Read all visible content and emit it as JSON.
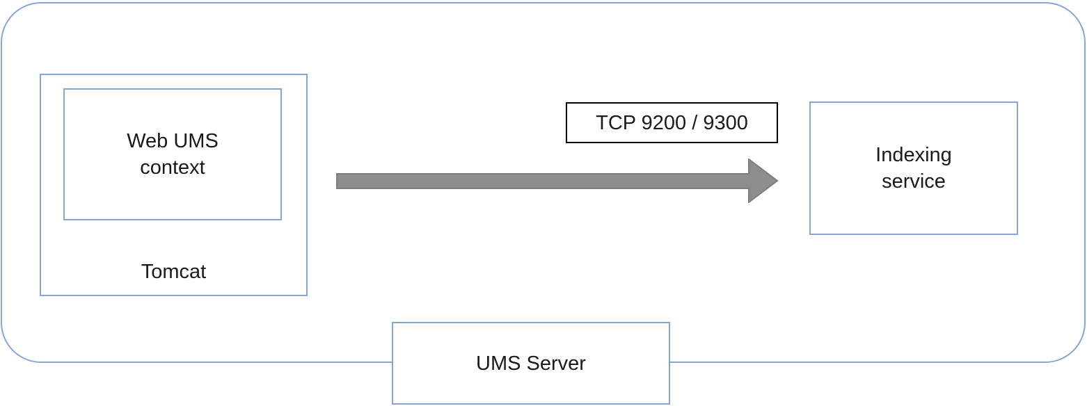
{
  "diagram": {
    "nodes": {
      "tomcat": {
        "label": "Tomcat"
      },
      "web_ums_context": {
        "label": "Web UMS\ncontext"
      },
      "indexing_service": {
        "label": "Indexing\nservice"
      },
      "ums_server": {
        "label": "UMS Server"
      }
    },
    "connection": {
      "label": "TCP 9200 / 9300",
      "direction": "left-to-right"
    },
    "colors": {
      "box_border_blue": "#84a4dc",
      "label_box_border_black": "#000000",
      "arrow_fill": "#8d8d8d",
      "arrow_outline": "#7d7d7d",
      "text": "#1a1a1a",
      "background": "#ffffff"
    }
  }
}
